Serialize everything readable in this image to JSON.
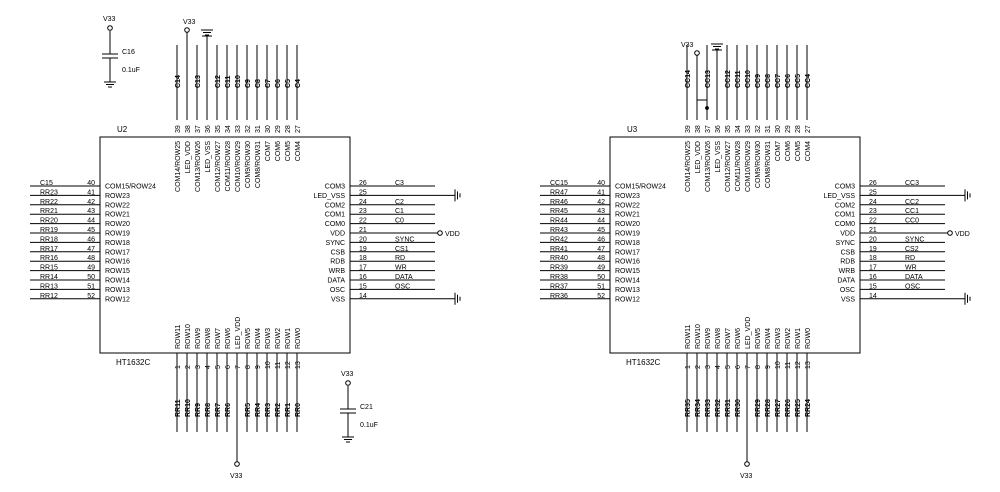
{
  "power_net": "V33",
  "vdd_net": "VDD",
  "ground_symbol": "ground-symbol",
  "chips": [
    {
      "ref": "U2",
      "part": "HT1632C",
      "top_pins": [
        {
          "num": "39",
          "name": "COM14/ROW25",
          "net": "C14"
        },
        {
          "num": "38",
          "name": "LED_VDD",
          "net": ""
        },
        {
          "num": "37",
          "name": "COM13/ROW26",
          "net": "C13"
        },
        {
          "num": "36",
          "name": "LED_VSS",
          "net": ""
        },
        {
          "num": "35",
          "name": "COM12/ROW27",
          "net": "C12"
        },
        {
          "num": "34",
          "name": "COM11/ROW28",
          "net": "C11"
        },
        {
          "num": "33",
          "name": "COM10/ROW29",
          "net": "C10"
        },
        {
          "num": "32",
          "name": "COM9/ROW30",
          "net": "C9"
        },
        {
          "num": "31",
          "name": "COM8/ROW31",
          "net": "C8"
        },
        {
          "num": "30",
          "name": "COM7",
          "net": "C7"
        },
        {
          "num": "29",
          "name": "COM6",
          "net": "C6"
        },
        {
          "num": "28",
          "name": "COM5",
          "net": "C5"
        },
        {
          "num": "27",
          "name": "COM4",
          "net": "C4"
        }
      ],
      "left_pins": [
        {
          "num": "40",
          "name": "COM15/ROW24",
          "net": "C15"
        },
        {
          "num": "41",
          "name": "ROW23",
          "net": "RR23"
        },
        {
          "num": "42",
          "name": "ROW22",
          "net": "RR22"
        },
        {
          "num": "43",
          "name": "ROW21",
          "net": "RR21"
        },
        {
          "num": "44",
          "name": "ROW20",
          "net": "RR20"
        },
        {
          "num": "45",
          "name": "ROW19",
          "net": "RR19"
        },
        {
          "num": "46",
          "name": "ROW18",
          "net": "RR18"
        },
        {
          "num": "47",
          "name": "ROW17",
          "net": "RR17"
        },
        {
          "num": "48",
          "name": "ROW16",
          "net": "RR16"
        },
        {
          "num": "49",
          "name": "ROW15",
          "net": "RR15"
        },
        {
          "num": "50",
          "name": "ROW14",
          "net": "RR14"
        },
        {
          "num": "51",
          "name": "ROW13",
          "net": "RR13"
        },
        {
          "num": "52",
          "name": "ROW12",
          "net": "RR12"
        }
      ],
      "right_pins": [
        {
          "num": "26",
          "name": "COM3",
          "net": "C3"
        },
        {
          "num": "25",
          "name": "LED_VSS",
          "net": ""
        },
        {
          "num": "24",
          "name": "COM2",
          "net": "C2"
        },
        {
          "num": "23",
          "name": "COM1",
          "net": "C1"
        },
        {
          "num": "22",
          "name": "COM0",
          "net": "C0"
        },
        {
          "num": "21",
          "name": "VDD",
          "net": ""
        },
        {
          "num": "20",
          "name": "SYNC",
          "net": "SYNC"
        },
        {
          "num": "19",
          "name": "CSB",
          "net": "CS1"
        },
        {
          "num": "18",
          "name": "RDB",
          "net": "RD"
        },
        {
          "num": "17",
          "name": "WRB",
          "net": "WR"
        },
        {
          "num": "16",
          "name": "DATA",
          "net": "DATA"
        },
        {
          "num": "15",
          "name": "OSC",
          "net": "OSC"
        },
        {
          "num": "14",
          "name": "VSS",
          "net": ""
        }
      ],
      "bottom_pins": [
        {
          "num": "1",
          "name": "ROW11",
          "net": "RR11"
        },
        {
          "num": "2",
          "name": "ROW10",
          "net": "RR10"
        },
        {
          "num": "3",
          "name": "ROW9",
          "net": "RR9"
        },
        {
          "num": "4",
          "name": "ROW8",
          "net": "RR8"
        },
        {
          "num": "5",
          "name": "ROW7",
          "net": "RR7"
        },
        {
          "num": "6",
          "name": "ROW6",
          "net": "RR6"
        },
        {
          "num": "7",
          "name": "LED_VDD",
          "net": ""
        },
        {
          "num": "8",
          "name": "ROW5",
          "net": "RR5"
        },
        {
          "num": "9",
          "name": "ROW4",
          "net": "RR4"
        },
        {
          "num": "10",
          "name": "ROW3",
          "net": "RR3"
        },
        {
          "num": "11",
          "name": "ROW2",
          "net": "RR2"
        },
        {
          "num": "12",
          "name": "ROW1",
          "net": "RR1"
        },
        {
          "num": "13",
          "name": "ROW0",
          "net": "RR0"
        }
      ]
    },
    {
      "ref": "U3",
      "part": "HT1632C",
      "top_pins": [
        {
          "num": "39",
          "name": "COM14/ROW25",
          "net": "CC14"
        },
        {
          "num": "38",
          "name": "LED_VDD",
          "net": ""
        },
        {
          "num": "37",
          "name": "COM13/ROW26",
          "net": "CC13"
        },
        {
          "num": "36",
          "name": "LED_VSS",
          "net": ""
        },
        {
          "num": "35",
          "name": "COM12/ROW27",
          "net": "CC12"
        },
        {
          "num": "34",
          "name": "COM11/ROW28",
          "net": "CC11"
        },
        {
          "num": "33",
          "name": "COM10/ROW29",
          "net": "CC10"
        },
        {
          "num": "32",
          "name": "COM9/ROW30",
          "net": "CC9"
        },
        {
          "num": "31",
          "name": "COM8/ROW31",
          "net": "CC8"
        },
        {
          "num": "30",
          "name": "COM7",
          "net": "CC7"
        },
        {
          "num": "29",
          "name": "COM6",
          "net": "CC6"
        },
        {
          "num": "28",
          "name": "COM5",
          "net": "CC5"
        },
        {
          "num": "27",
          "name": "COM4",
          "net": "CC4"
        }
      ],
      "left_pins": [
        {
          "num": "40",
          "name": "COM15/ROW24",
          "net": "CC15"
        },
        {
          "num": "41",
          "name": "ROW23",
          "net": "RR47"
        },
        {
          "num": "42",
          "name": "ROW22",
          "net": "RR46"
        },
        {
          "num": "43",
          "name": "ROW21",
          "net": "RR45"
        },
        {
          "num": "44",
          "name": "ROW20",
          "net": "RR44"
        },
        {
          "num": "45",
          "name": "ROW19",
          "net": "RR43"
        },
        {
          "num": "46",
          "name": "ROW18",
          "net": "RR42"
        },
        {
          "num": "47",
          "name": "ROW17",
          "net": "RR41"
        },
        {
          "num": "48",
          "name": "ROW16",
          "net": "RR40"
        },
        {
          "num": "49",
          "name": "ROW15",
          "net": "RR39"
        },
        {
          "num": "50",
          "name": "ROW14",
          "net": "RR38"
        },
        {
          "num": "51",
          "name": "ROW13",
          "net": "RR37"
        },
        {
          "num": "52",
          "name": "ROW12",
          "net": "RR36"
        }
      ],
      "right_pins": [
        {
          "num": "26",
          "name": "COM3",
          "net": "CC3"
        },
        {
          "num": "25",
          "name": "LED_VSS",
          "net": ""
        },
        {
          "num": "24",
          "name": "COM2",
          "net": "CC2"
        },
        {
          "num": "23",
          "name": "COM1",
          "net": "CC1"
        },
        {
          "num": "22",
          "name": "COM0",
          "net": "CC0"
        },
        {
          "num": "21",
          "name": "VDD",
          "net": ""
        },
        {
          "num": "20",
          "name": "SYNC",
          "net": "SYNC"
        },
        {
          "num": "19",
          "name": "CSB",
          "net": "CS2"
        },
        {
          "num": "18",
          "name": "RDB",
          "net": "RD"
        },
        {
          "num": "17",
          "name": "WRB",
          "net": "WR"
        },
        {
          "num": "16",
          "name": "DATA",
          "net": "DATA"
        },
        {
          "num": "15",
          "name": "OSC",
          "net": "OSC"
        },
        {
          "num": "14",
          "name": "VSS",
          "net": ""
        }
      ],
      "bottom_pins": [
        {
          "num": "1",
          "name": "ROW11",
          "net": "RR35"
        },
        {
          "num": "2",
          "name": "ROW10",
          "net": "RR34"
        },
        {
          "num": "3",
          "name": "ROW9",
          "net": "RR33"
        },
        {
          "num": "4",
          "name": "ROW8",
          "net": "RR32"
        },
        {
          "num": "5",
          "name": "ROW7",
          "net": "RR31"
        },
        {
          "num": "6",
          "name": "ROW6",
          "net": "RR30"
        },
        {
          "num": "7",
          "name": "LED_VDD",
          "net": ""
        },
        {
          "num": "8",
          "name": "ROW5",
          "net": "RR29"
        },
        {
          "num": "9",
          "name": "ROW4",
          "net": "RR28"
        },
        {
          "num": "10",
          "name": "ROW3",
          "net": "RR27"
        },
        {
          "num": "11",
          "name": "ROW2",
          "net": "RR26"
        },
        {
          "num": "12",
          "name": "ROW1",
          "net": "RR25"
        },
        {
          "num": "13",
          "name": "ROW0",
          "net": "RR24"
        }
      ]
    }
  ],
  "capacitors": [
    {
      "ref": "C16",
      "value": "0.1uF",
      "power": "V33"
    },
    {
      "ref": "C21",
      "value": "0.1uF",
      "power": "V33"
    }
  ]
}
